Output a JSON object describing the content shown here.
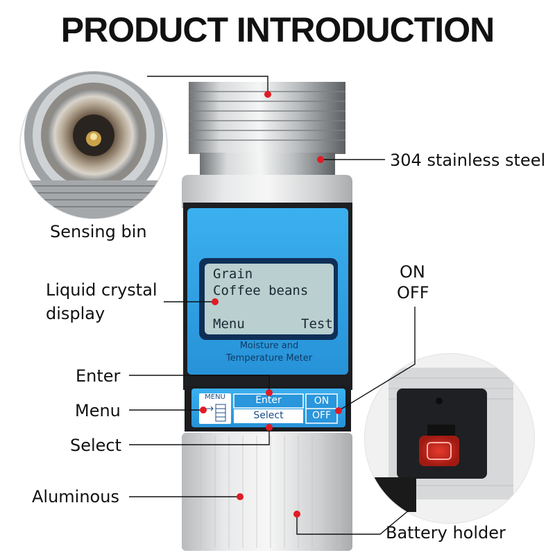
{
  "title": "PRODUCT INTRODUCTION",
  "labels": {
    "sensing_bin": "Sensing bin",
    "steel": "304 stainless steel",
    "lcd_line1": "Liquid crystal",
    "lcd_line2": "display",
    "on": "ON",
    "off": "OFF",
    "enter": "Enter",
    "menu": "Menu",
    "select": "Select",
    "aluminous": "Aluminous",
    "battery_holder": "Battery holder"
  },
  "screen": {
    "line1": "Grain",
    "line2": "Coffee beans",
    "left_soft": "Menu",
    "right_soft": "Test"
  },
  "panel": {
    "line1": "Moisture and",
    "line2": "Temperature Meter"
  },
  "keys": {
    "menu_key": "MENU",
    "enter_key": "Enter",
    "select_key": "Select",
    "on_key": "ON",
    "off_key": "OFF"
  },
  "colors": {
    "panel_blue": "#2fa3e6",
    "lcd_green": "#b9cfd0",
    "marker_red": "#e01b24",
    "aluminum": "#d9dadb"
  }
}
